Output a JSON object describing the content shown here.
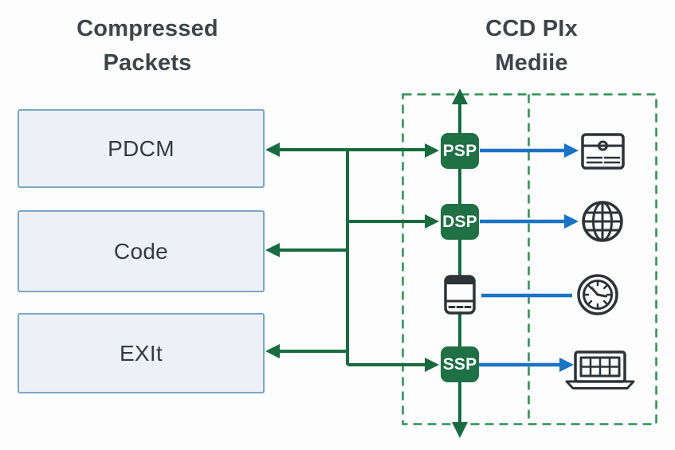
{
  "colors": {
    "green": "#186b3e",
    "green-badge": "#1f7044",
    "green-dashed": "#2f8f55",
    "blue": "#1a73c6",
    "icon": "#2e3338",
    "box-fill": "#edf1f6",
    "box-border": "#7aa7c6",
    "title-text": "#3f444a",
    "box-text": "#343a40"
  },
  "left_panel": {
    "title_line1": "Compressed",
    "title_line2": "Packets",
    "boxes": [
      {
        "label": "PDCM"
      },
      {
        "label": "Code"
      },
      {
        "label": "EXIt"
      }
    ]
  },
  "right_panel": {
    "title_line1": "CCD PIx",
    "title_line2": "Mediie",
    "rows": [
      {
        "node": "PSP",
        "node_type": "badge",
        "target_icon": "card-machine-icon",
        "connector": "blue-arrow-right"
      },
      {
        "node": "DSP",
        "node_type": "badge",
        "target_icon": "globe-icon",
        "connector": "blue-arrow-right"
      },
      {
        "node": "",
        "node_type": "terminal-device-icon",
        "target_icon": "clock-icon",
        "connector": "blue-line"
      },
      {
        "node": "SSP",
        "node_type": "badge",
        "target_icon": "laptop-icon",
        "connector": "blue-arrow-right"
      }
    ],
    "container_style": "dashed-green-border with inner dashed divider, vertical flow line with up arrow at top and down arrow at bottom"
  }
}
